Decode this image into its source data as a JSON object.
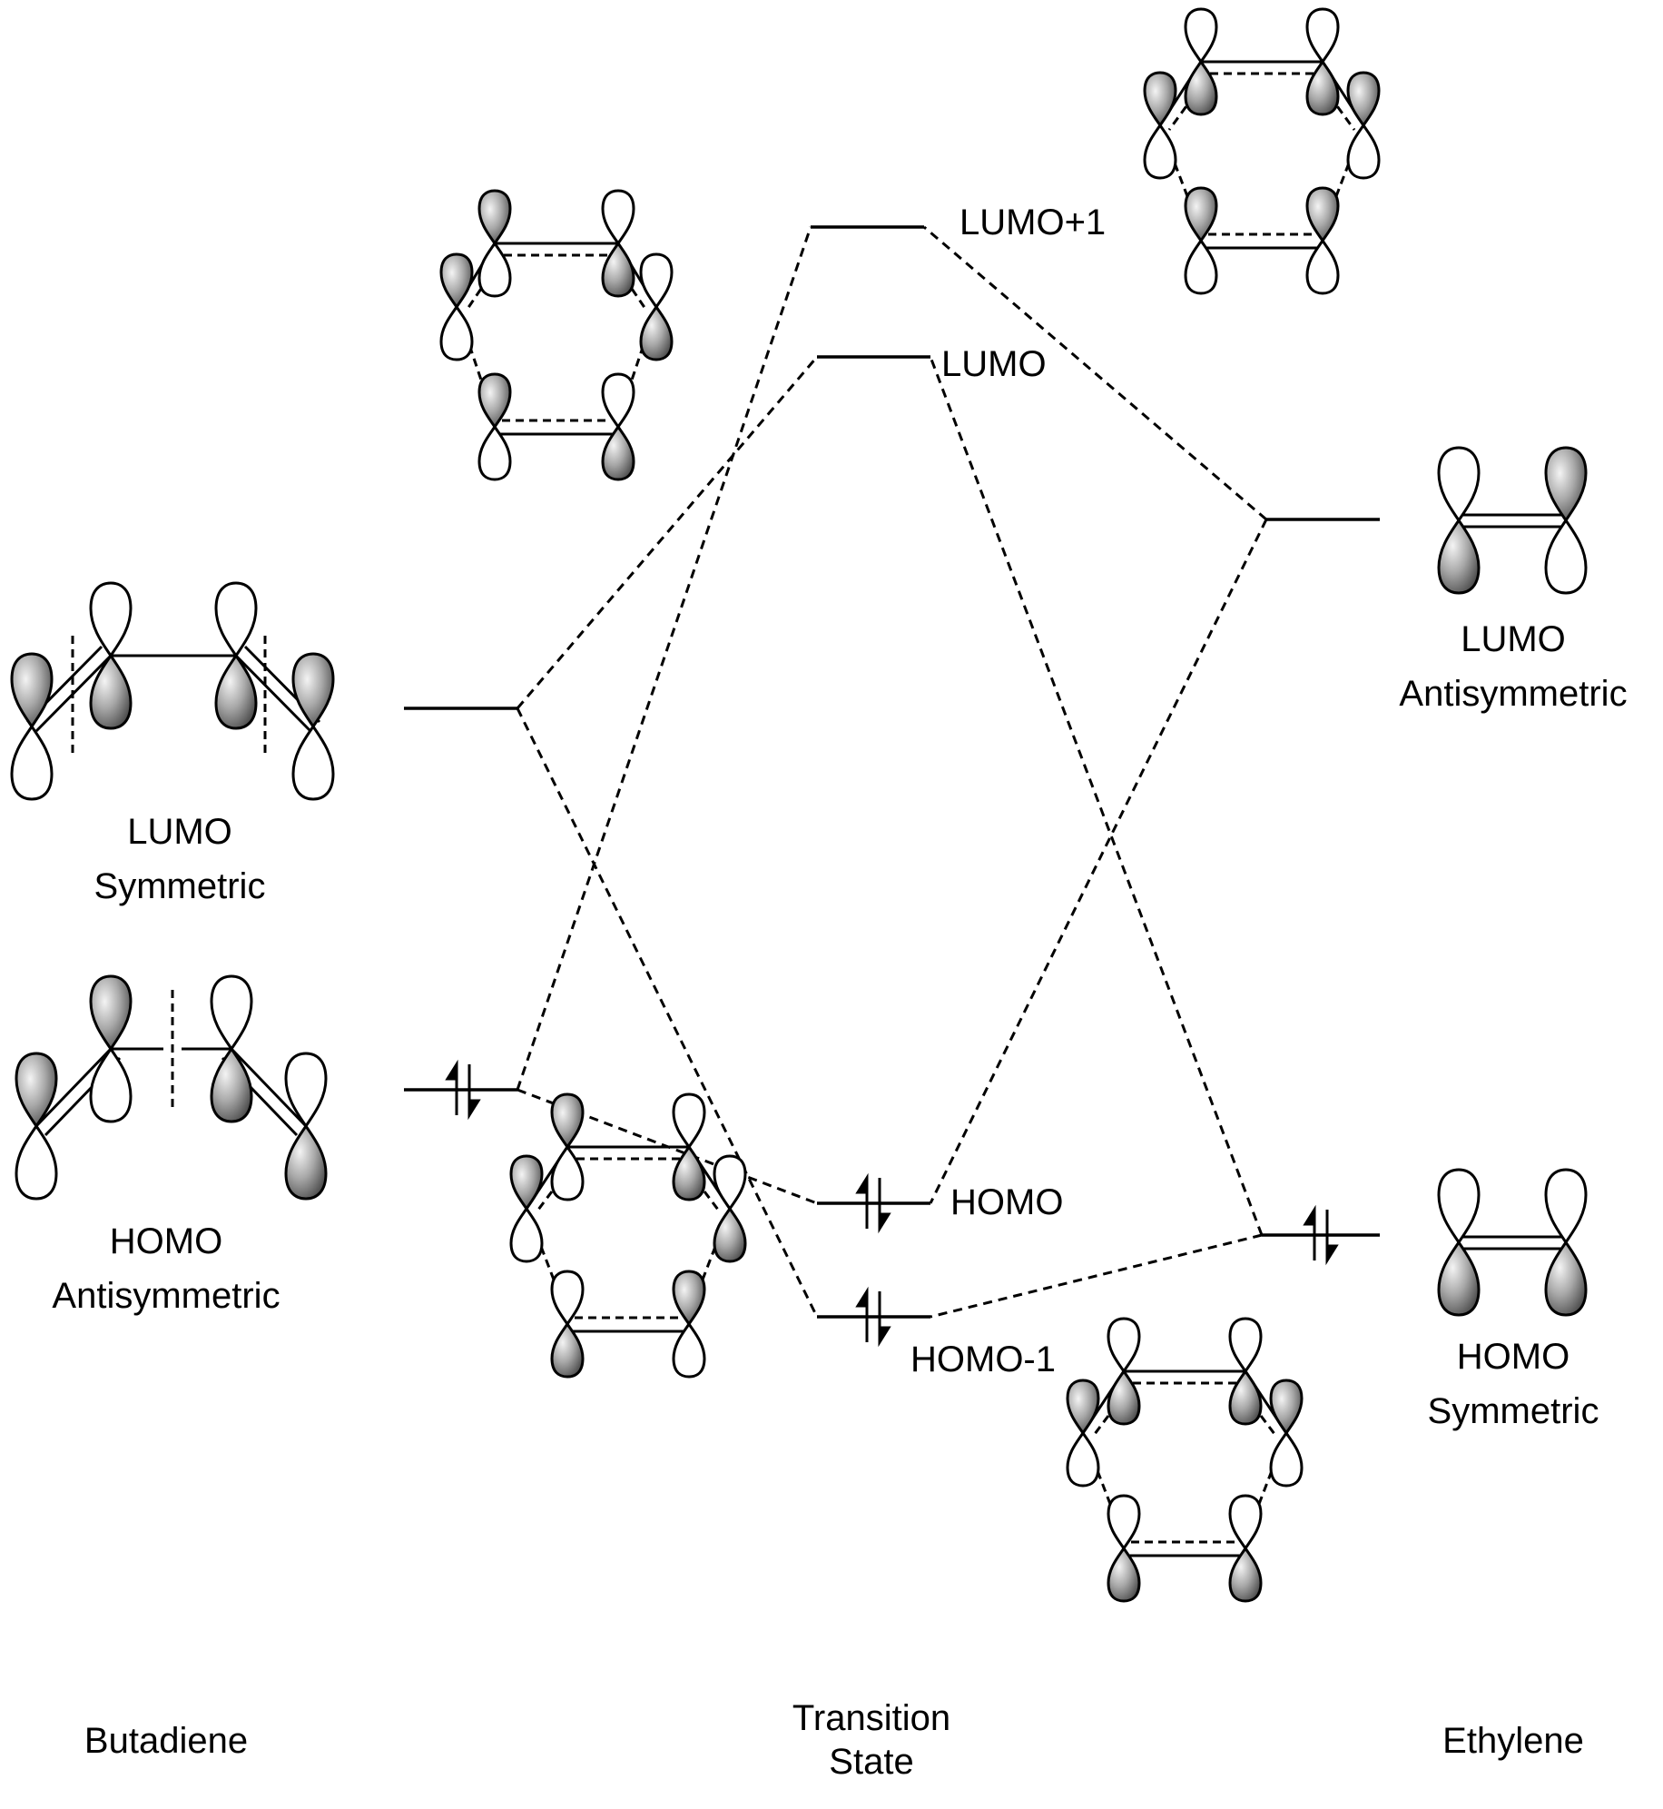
{
  "columns": {
    "butadiene": "Butadiene",
    "transition_state": "Transition\nState",
    "ethylene": "Ethylene"
  },
  "butadiene": {
    "lumo": {
      "name": "LUMO",
      "symmetry": "Symmetric",
      "electrons": 0
    },
    "homo": {
      "name": "HOMO",
      "symmetry": "Antisymmetric",
      "electrons": 2
    }
  },
  "ethylene": {
    "lumo": {
      "name": "LUMO",
      "symmetry": "Antisymmetric",
      "electrons": 0
    },
    "homo": {
      "name": "HOMO",
      "symmetry": "Symmetric",
      "electrons": 2
    }
  },
  "transition_state": {
    "levels": [
      {
        "name": "LUMO+1",
        "electrons": 0
      },
      {
        "name": "LUMO",
        "electrons": 0
      },
      {
        "name": "HOMO",
        "electrons": 2
      },
      {
        "name": "HOMO-1",
        "electrons": 2
      }
    ]
  }
}
